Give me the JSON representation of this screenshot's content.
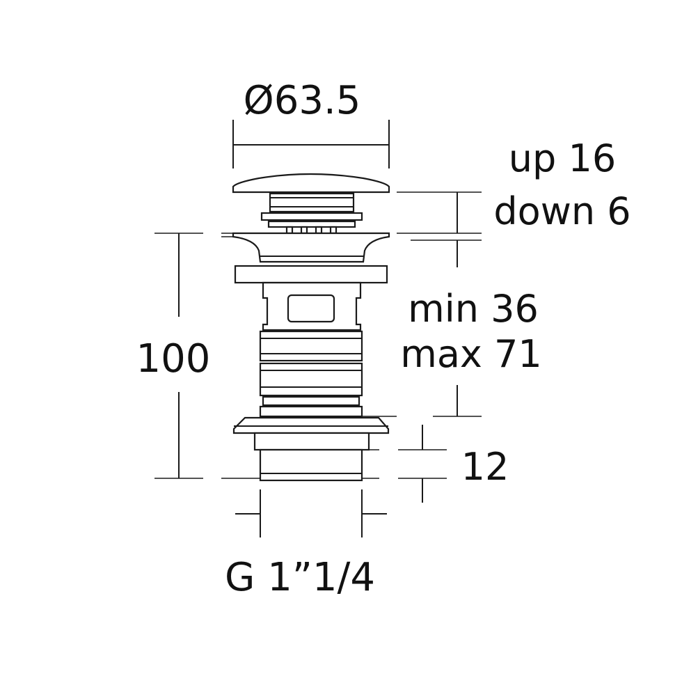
{
  "dimensions": {
    "cap_diameter": "Ø63.5",
    "travel_up": "up 16",
    "travel_down": "down 6",
    "total_height": "100",
    "adjust_min": "min 36",
    "adjust_max": "max 71",
    "flange_height": "12",
    "thread": "G 1”1/4"
  },
  "colors": {
    "stroke": "#1a1a1a",
    "background": "#ffffff"
  }
}
